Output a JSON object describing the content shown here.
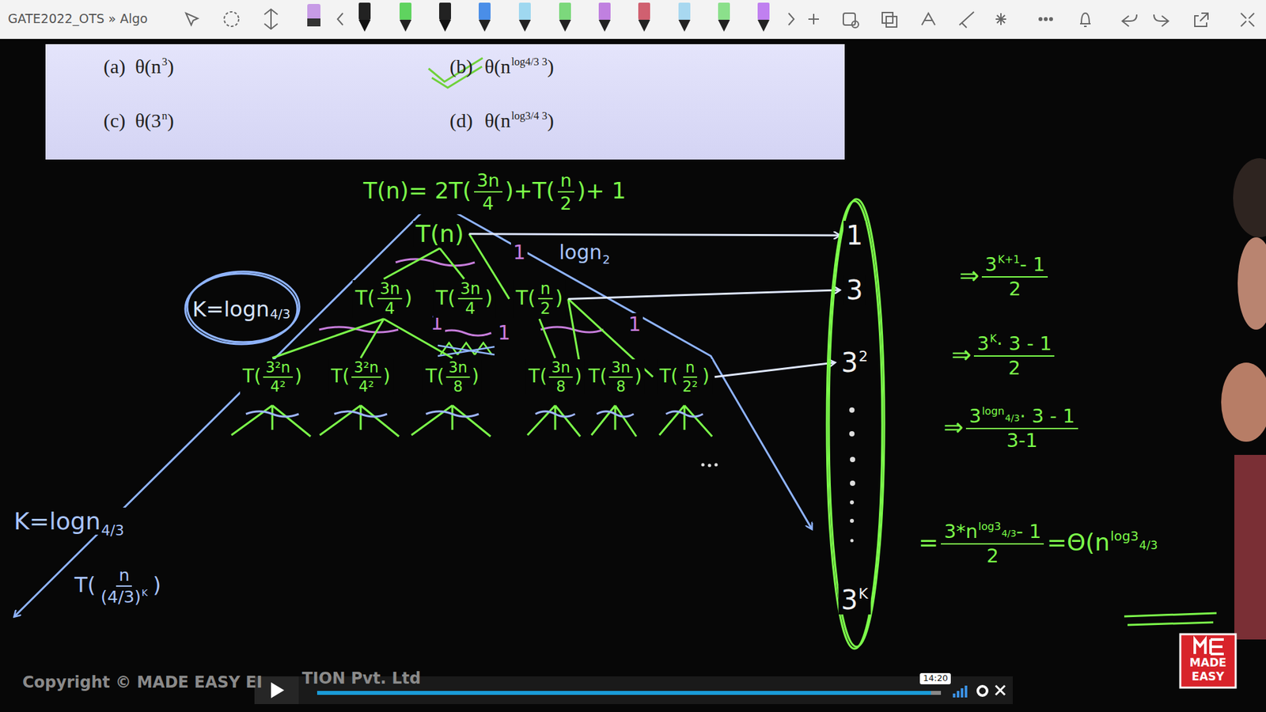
{
  "diagram": {
    "nodes": [
      {
        "text": [
          "T(n)"
        ]
      },
      {
        "text": [
          "T(",
          "3n",
          "4",
          ")"
        ]
      },
      {
        "text": [
          "T(",
          "3n",
          "4",
          ")"
        ]
      },
      {
        "text": [
          "T(",
          "n",
          "2",
          ")"
        ]
      },
      {
        "text": [
          "T(",
          "3²n",
          "4²",
          ")"
        ]
      },
      {
        "text": [
          "T(",
          "3²n",
          "4²",
          ")"
        ]
      },
      {
        "text": [
          "T(",
          "3n",
          "8",
          ")"
        ]
      },
      {
        "text": [
          "T(",
          "3n",
          "8",
          ")"
        ]
      },
      {
        "text": [
          "T(",
          "3n",
          "8",
          ")"
        ]
      },
      {
        "text": [
          "T(",
          "n",
          "2²",
          ")"
        ]
      },
      {
        "text": [
          "K=logn",
          "4/3"
        ]
      },
      {},
      {
        "text": [
          "1"
        ],
        "in": 11
      },
      {
        "text": [
          "3"
        ],
        "in": 11
      },
      {
        "text": [
          "3",
          "2"
        ],
        "in": 11
      },
      {
        "text": [
          "3",
          "K"
        ],
        "in": 11
      }
    ],
    "edges": [
      {
        "from": 0,
        "to": 1,
        "arrow": "none"
      },
      {
        "from": 0,
        "to": 2,
        "arrow": "none"
      },
      {
        "from": 0,
        "to": 3,
        "arrow": "none"
      },
      {
        "from": 1,
        "to": 4,
        "arrow": "none"
      },
      {
        "from": 1,
        "to": 5,
        "arrow": "none"
      },
      {
        "from": 1,
        "to": 6,
        "arrow": "none"
      },
      {
        "from": 3,
        "to": 7,
        "arrow": "none"
      },
      {
        "from": 3,
        "to": 8,
        "arrow": "none"
      },
      {
        "from": 3,
        "to": 9,
        "arrow": "none"
      },
      {
        "from": 0,
        "to": 12,
        "arrow": "to"
      },
      {
        "from": 3,
        "to": 13,
        "arrow": "to"
      },
      {
        "from": 9,
        "to": 14,
        "arrow": "to"
      }
    ],
    "labels": [
      "GATE2022_OTS » Algo",
      "(a)",
      "θ(n",
      "3",
      ")",
      "(b)",
      "θ(n",
      "log4/3 3",
      ")",
      "(c)",
      "θ(3",
      "n",
      ")",
      "(d)",
      "θ(n",
      "log3/4 3",
      ")",
      "T(n)= 2T(",
      "3n",
      "4",
      ")+T(",
      "n",
      "2",
      ")+ 1",
      "1",
      "1",
      "1",
      "1",
      "logn",
      "2",
      "K=logn",
      "4/3",
      "T(",
      "n",
      "(4/3)",
      "K",
      ")",
      "⇒",
      "3",
      "K+1",
      "- 1",
      "2",
      "⇒",
      "3",
      "K",
      "· 3 - 1",
      "2",
      "⇒",
      "3",
      "logn",
      "4/3",
      "· 3 - 1",
      "3-1",
      "=",
      "3*n",
      "log3",
      "4/3",
      "- 1",
      "2",
      "=",
      "Θ(n",
      "log3",
      "4/3",
      "Copyright © MADE EASY EI",
      "TION Pvt. Ltd",
      "14:20",
      "MADE",
      "EASY"
    ]
  }
}
